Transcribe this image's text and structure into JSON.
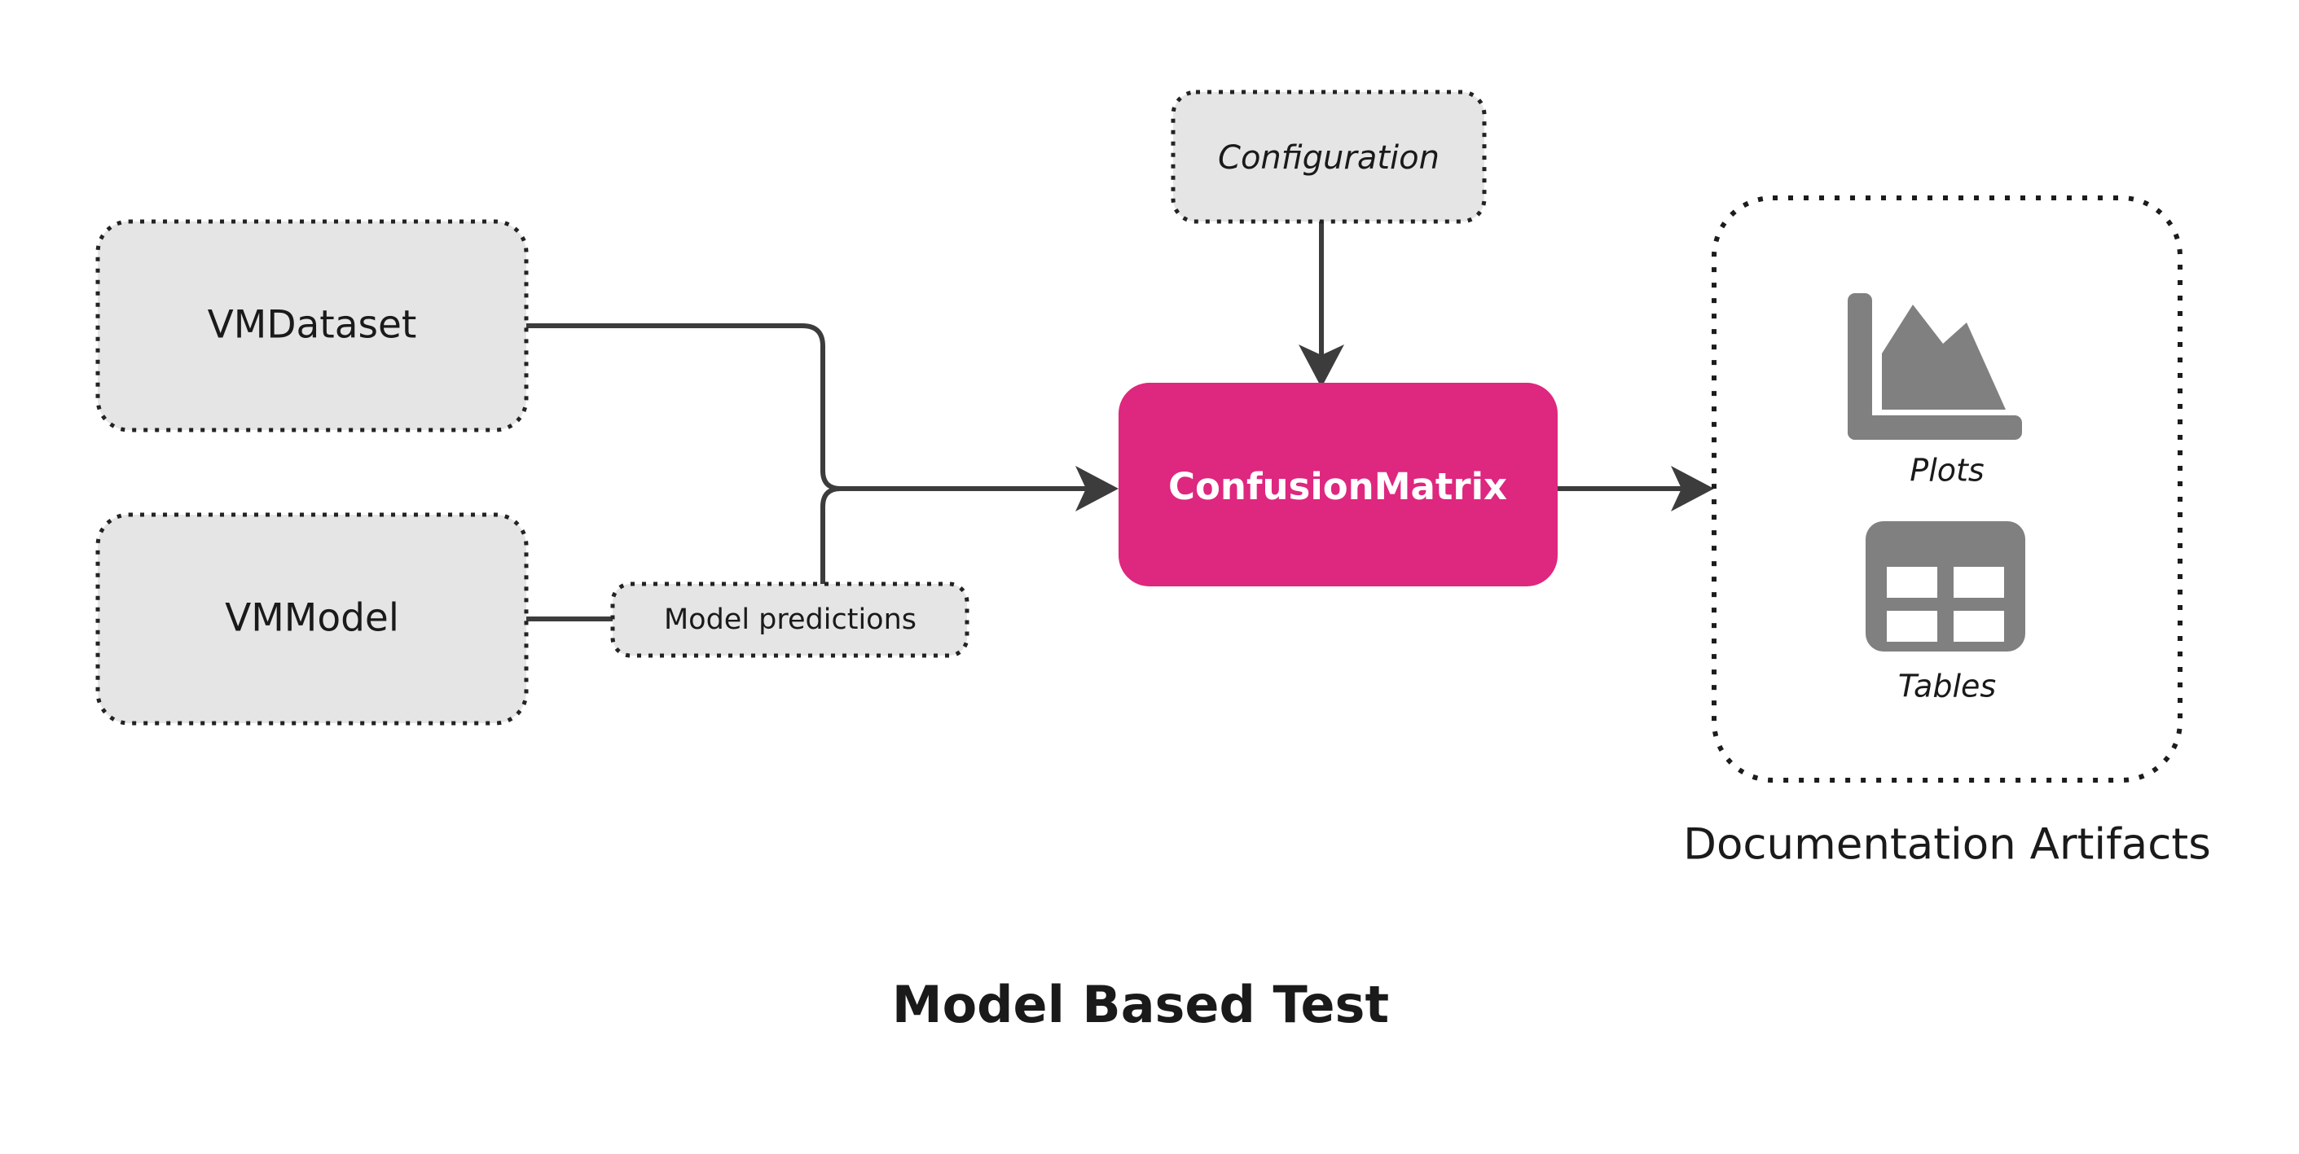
{
  "diagram": {
    "title": "Model Based Test",
    "inputs": [
      {
        "id": "vmdataset",
        "label": "VMDataset",
        "style": "dotted-gray-box"
      },
      {
        "id": "vmmodel",
        "label": "VMModel",
        "style": "dotted-gray-box"
      }
    ],
    "edge_labels": [
      {
        "id": "model-predictions",
        "label": "Model predictions"
      }
    ],
    "config": {
      "label": "Configuration",
      "style": "dotted-gray-box-italic"
    },
    "operation": {
      "label": "ConfusionMatrix",
      "color": "#de277f",
      "text_color": "#ffffff"
    },
    "outputs": {
      "caption": "Documentation Artifacts",
      "items": [
        {
          "id": "plots",
          "label": "Plots",
          "icon": "area-chart-icon"
        },
        {
          "id": "tables",
          "label": "Tables",
          "icon": "table-grid-icon"
        }
      ]
    },
    "colors": {
      "node_fill": "#e6e5e5",
      "node_border": "#232323",
      "operation_fill": "#de277f",
      "edge": "#3c3c3c",
      "icon": "#808080",
      "text": "#1a1a1a",
      "background": "#ffffff"
    }
  }
}
